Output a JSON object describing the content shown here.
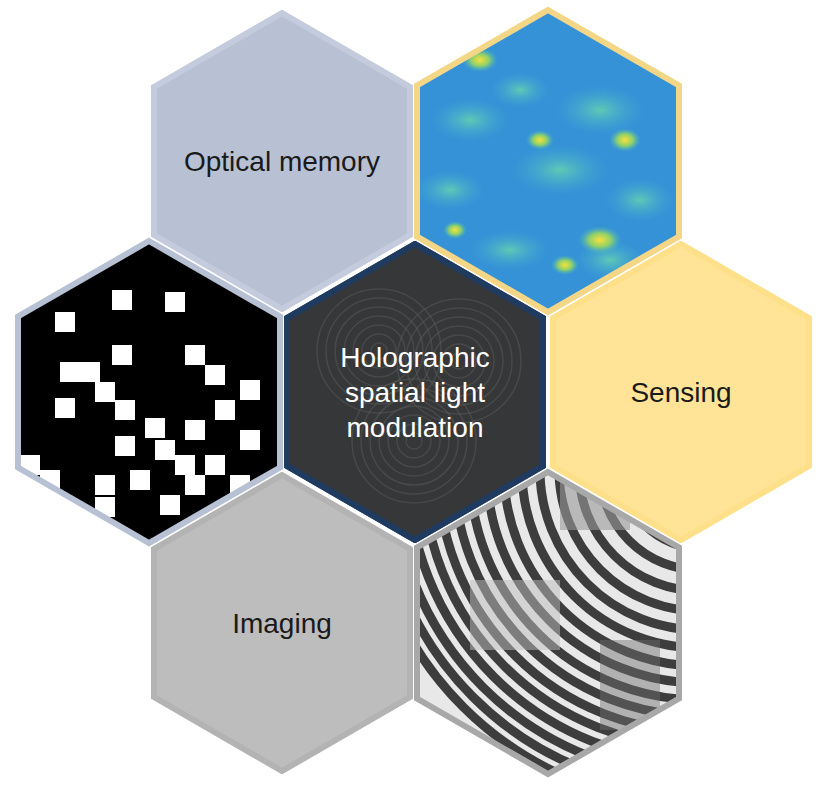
{
  "diagram": {
    "nodes": [
      {
        "text": [
          "Optical memory"
        ]
      },
      {
        "text": [
          "Holographic spatial light modulation"
        ]
      },
      {
        "text": [
          "Sensing"
        ]
      },
      {
        "text": [
          "Imaging"
        ]
      }
    ]
  }
}
